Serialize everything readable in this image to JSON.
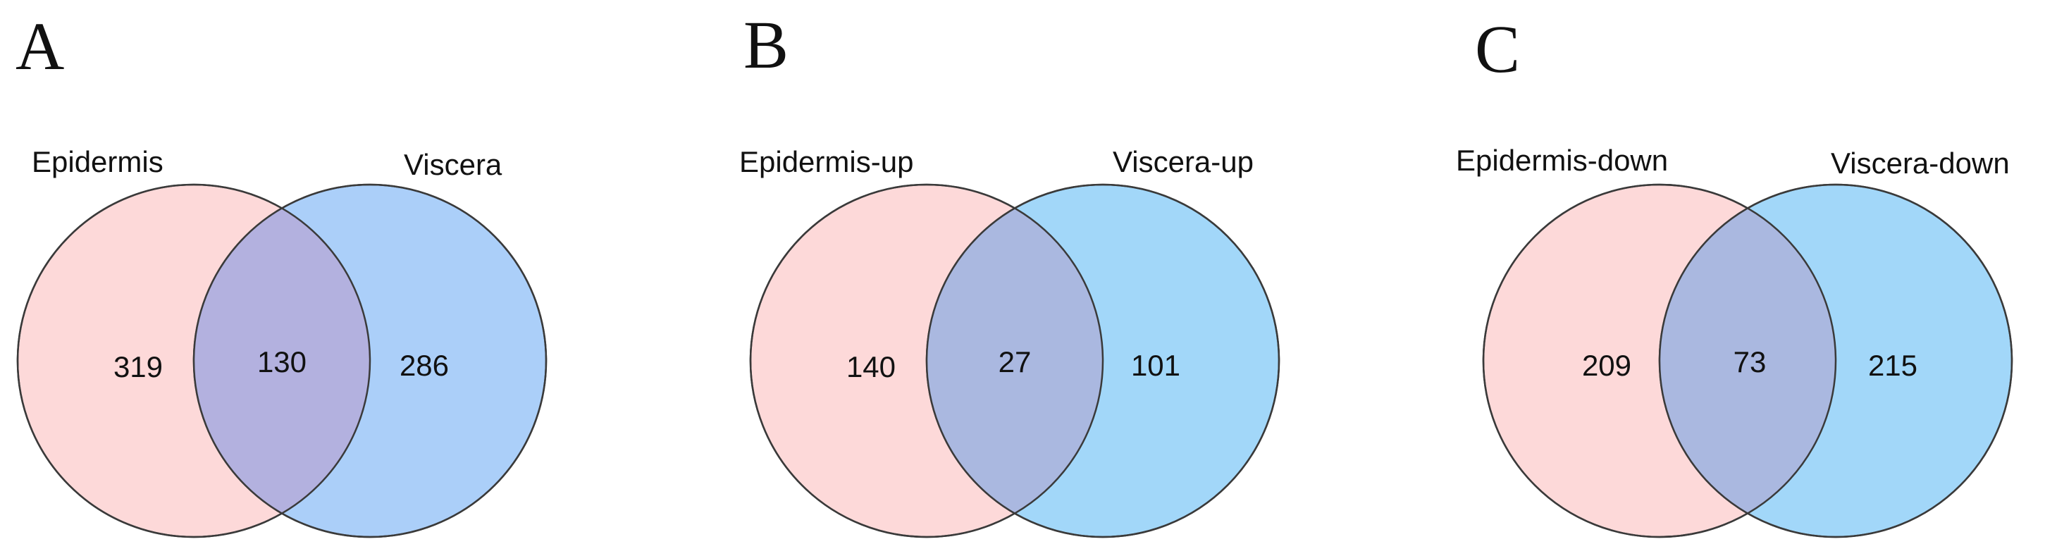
{
  "colors": {
    "left_fill": "#fdd9d9",
    "right_fill_a": "#abcff9",
    "right_fill_bc": "#a2d7f9",
    "overlap_a": "#b3b1df",
    "overlap_bc": "#aab8e0",
    "stroke": "#3a3a3a",
    "text": "#111111"
  },
  "panels": [
    {
      "letter": "A",
      "left_label": "Epidermis",
      "right_label": "Viscera",
      "left_only": "319",
      "both": "130",
      "right_only": "286"
    },
    {
      "letter": "B",
      "left_label": "Epidermis-up",
      "right_label": "Viscera-up",
      "left_only": "140",
      "both": "27",
      "right_only": "101"
    },
    {
      "letter": "C",
      "left_label": "Epidermis-down",
      "right_label": "Viscera-down",
      "left_only": "209",
      "both": "73",
      "right_only": "215"
    }
  ]
}
